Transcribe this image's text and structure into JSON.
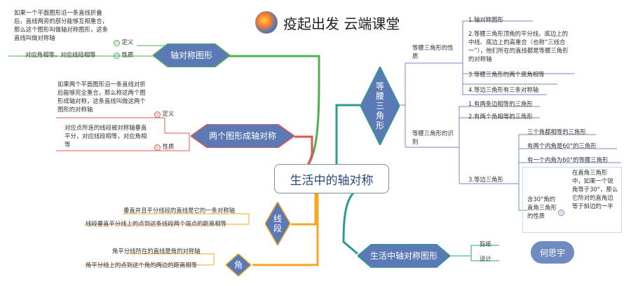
{
  "header": {
    "title": "疫起出发 云端课堂"
  },
  "center": {
    "label": "生活中的轴对称"
  },
  "axis_figure": {
    "label": "轴对称图形",
    "definition_text": "如果一个平面图形沿一条直线折叠后，直线两旁的部分能够互相重合，那么这个图形叫做轴对称图形，这条直线叫做对称轴",
    "definition_tag": "定义",
    "property_text": "对应角相等，对应线段相等",
    "property_tag": "性质"
  },
  "two_figures": {
    "label": "两个图形成轴对称",
    "definition_text": "如果两个平面图形沿一条直线对折后能够完全重合，那么称这两个图形成轴对称，这条直线叫做这两个图形的对称轴",
    "definition_tag": "定义",
    "property_text": "对应点所连的线段被对称轴垂直平分，对应线段相等，对应角相等",
    "property_tag": "性质"
  },
  "segment": {
    "label": "线段",
    "items": [
      "垂直并且平分线段的直线是它的一条对称轴",
      "线段垂直平分线上的点到这条线段两个端点的距离相等"
    ]
  },
  "angle": {
    "label": "角",
    "items": [
      "角平分线所在的直线是角的对称轴",
      "角平分线上的点到这个角的两边的距离相等"
    ]
  },
  "isosceles": {
    "label": "等腰三角形",
    "props_label": "等腰三角形的性质",
    "props": [
      "1.轴对称图形",
      "2.等腰三角形顶角的平分线、底边上的中线、底边上的高重合（也称“三线合一”），他们所在的直线都是等腰三角形的对称轴",
      "3.等腰三角形的两个底角相等",
      "4.等边三角形有三条对称轴"
    ],
    "ident_label": "等腰三角形的识别",
    "ident": [
      "1.有两条边相等的三角形",
      "2.有两个角相等的三角形"
    ],
    "equilateral_label": "3.等边三角形",
    "equilateral": [
      "三个角都相等的三角形",
      "有两个内角是60°的三角形",
      "有一个内角为60°的等腰三角形"
    ],
    "right30_label": "含30°角的直角三角形的性质",
    "right30_text": "在直角三角形中，如果一个锐角等于30°，那么它所对的直角边等于斜边的一半"
  },
  "life": {
    "label": "生活中轴对称图形",
    "items": [
      "剪纸",
      "设计"
    ]
  },
  "watermark": {
    "label": "何思宇"
  },
  "colors": {
    "green": "#4caf50",
    "red": "#e05656",
    "orange": "#f5a623",
    "teal": "#2a9d8f",
    "blue": "#5b79b5"
  }
}
